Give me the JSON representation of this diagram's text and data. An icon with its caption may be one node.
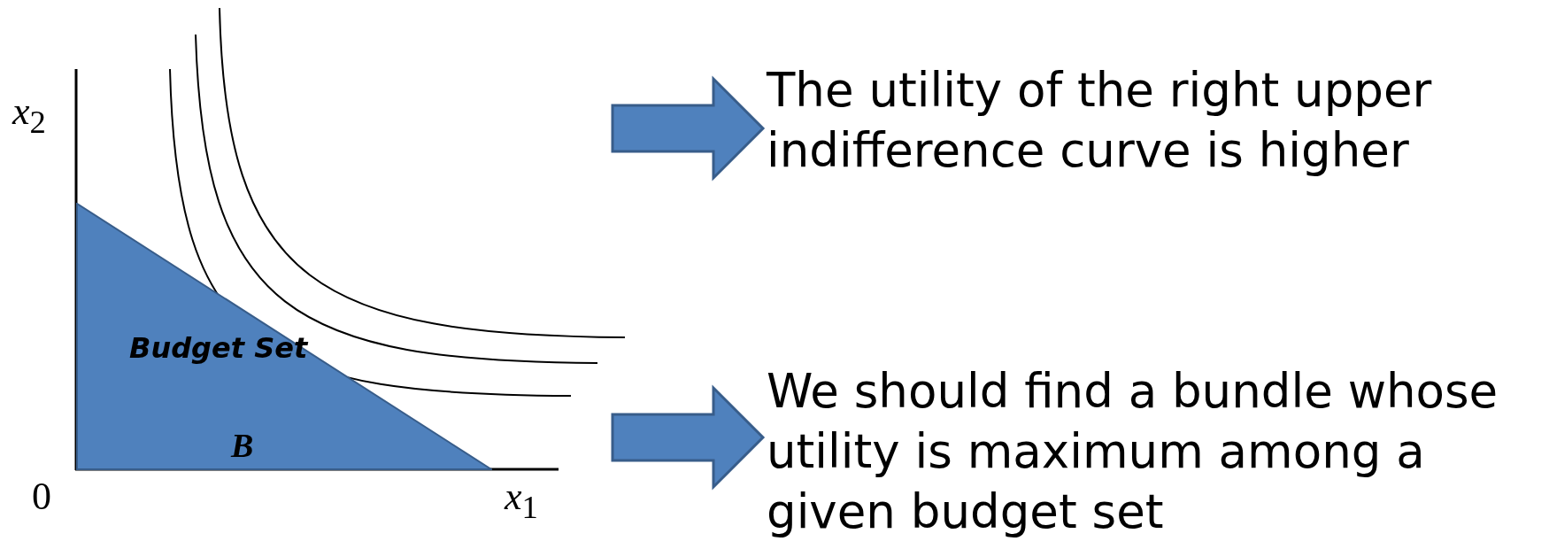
{
  "diagram": {
    "nodes": [
      {
        "text": [
          "Budget Set",
          "B"
        ]
      },
      {
        "text": [
          "The utility of the right upper indifference curve is higher"
        ]
      },
      {
        "text": [
          "We should find a bundle whose utility is maximum among a given budget set"
        ]
      }
    ],
    "edges": [
      {
        "from": null,
        "to": 1,
        "arrow": "to"
      },
      {
        "from": null,
        "to": 2,
        "arrow": "to"
      }
    ],
    "labels": [
      "*x*$_{2}$",
      "0",
      "*x*$_{1}$"
    ]
  }
}
